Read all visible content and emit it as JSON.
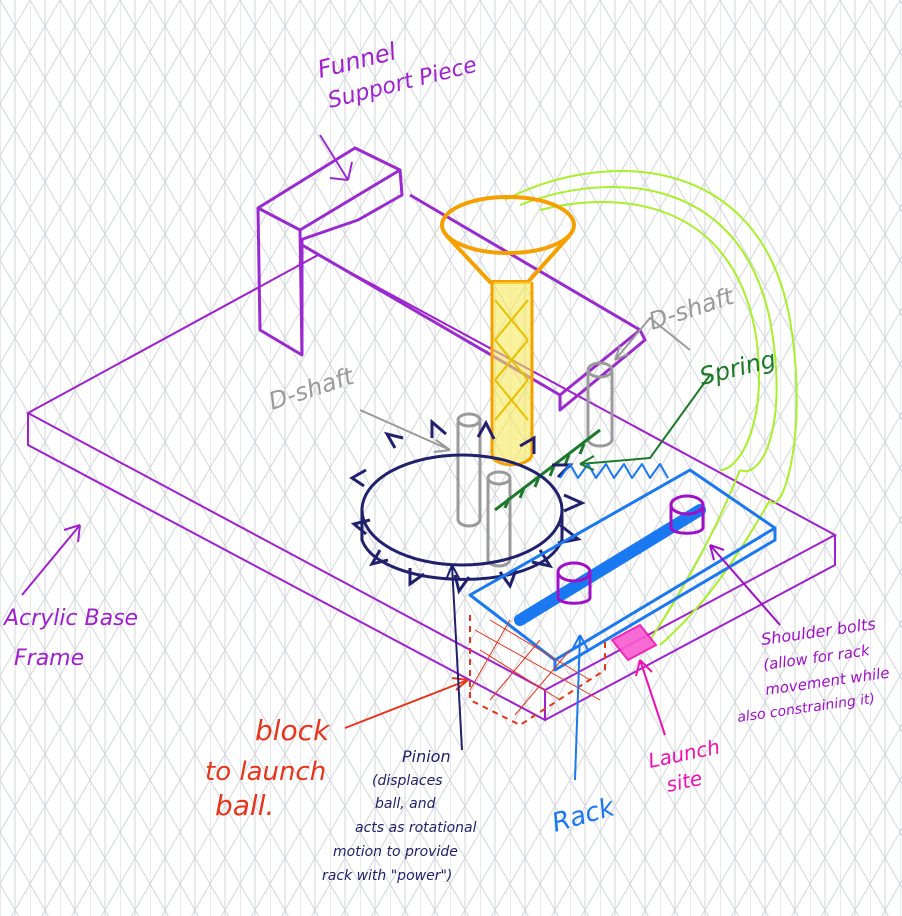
{
  "labels": {
    "funnel_support": [
      "Funnel",
      "Support Piece"
    ],
    "d_shaft_right": "D-shaft",
    "d_shaft_left": "D-shaft",
    "spring": "Spring",
    "acrylic_base": [
      "Acrylic Base",
      "Frame"
    ],
    "shoulder_bolts": [
      "Shoulder bolts",
      "(allow for rack",
      "movement while",
      "also constraining it)"
    ],
    "block": [
      "block",
      "to launch",
      "ball."
    ],
    "pinion": [
      "Pinion",
      "(displaces",
      "ball, and",
      "acts as rotational",
      "motion to provide",
      "rack with \"power\")"
    ],
    "rack": "Rack",
    "launch_site": [
      "Launch",
      "site"
    ]
  },
  "colors": {
    "grid": "#d2d6da",
    "base": "#a020d0",
    "support": "#9a2ad0",
    "funnel": "#f5a000",
    "tube": "#f5e000",
    "green": "#a8f02a",
    "dark_green": "#1a7a2a",
    "pinion": "#20206e",
    "rack": "#1a78f0",
    "bolt": "#a010c8",
    "launch": "#f010b0",
    "block": "#e8341a",
    "shaft": "#9a9a9a"
  }
}
